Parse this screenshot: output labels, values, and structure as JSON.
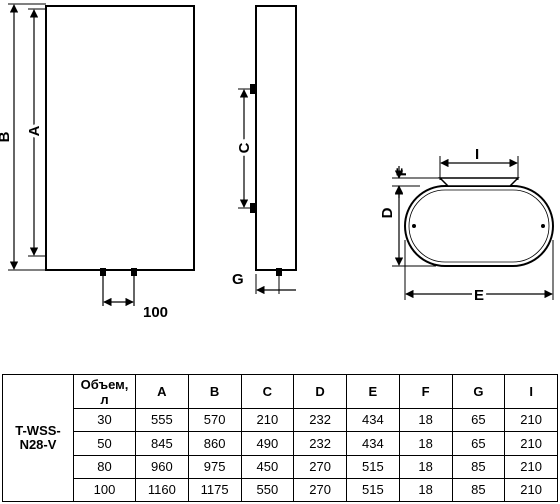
{
  "drawing": {
    "dimension_labels": {
      "B": "B",
      "A": "A",
      "C": "C",
      "G": "G",
      "D": "D",
      "F": "F",
      "I": "I",
      "E": "E"
    },
    "pipe_spacing": "100"
  },
  "spec_table": {
    "model": "T-WSS-\nN28-V",
    "volume_header": "Объем,\nл",
    "columns": [
      "A",
      "B",
      "C",
      "D",
      "E",
      "F",
      "G",
      "I"
    ],
    "rows": [
      {
        "volume": "30",
        "values": [
          "555",
          "570",
          "210",
          "232",
          "434",
          "18",
          "65",
          "210"
        ]
      },
      {
        "volume": "50",
        "values": [
          "845",
          "860",
          "490",
          "232",
          "434",
          "18",
          "65",
          "210"
        ]
      },
      {
        "volume": "80",
        "values": [
          "960",
          "975",
          "450",
          "270",
          "515",
          "18",
          "85",
          "210"
        ]
      },
      {
        "volume": "100",
        "values": [
          "1160",
          "1175",
          "550",
          "270",
          "515",
          "18",
          "85",
          "210"
        ]
      }
    ]
  }
}
